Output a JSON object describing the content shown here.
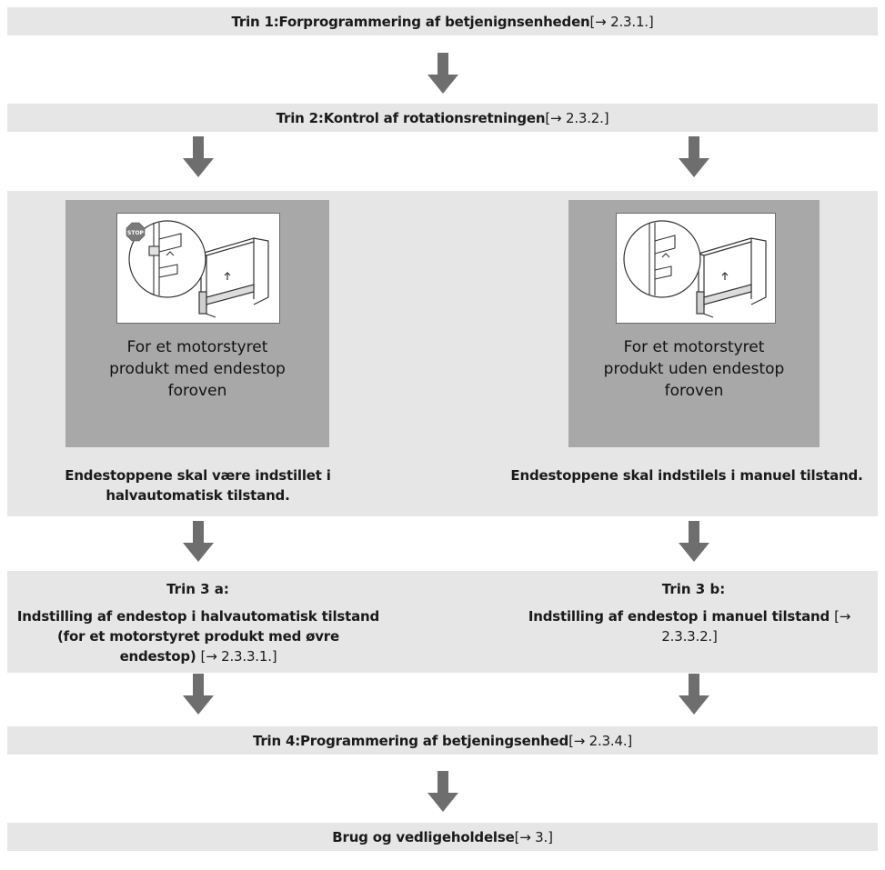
{
  "step1": {
    "label": "Trin 1:",
    "text": "Forprogrammering af betjenignsenheden ",
    "ref": "[→ 2.3.1.]"
  },
  "step2": {
    "label": "Trin 2:",
    "text": "Kontrol af rotationsretningen ",
    "ref": "[→ 2.3.2.]"
  },
  "left_panel": {
    "stop_badge": "STOP",
    "caption_lines": [
      "For et motorstyret",
      "produkt med endestop",
      "foroven"
    ],
    "note_lines": [
      "Endestoppene skal være indstillet i",
      "halvautomatisk tilstand."
    ]
  },
  "right_panel": {
    "caption_lines": [
      "For et motorstyret",
      "produkt uden endestop",
      "foroven"
    ],
    "note_lines": [
      "Endestoppene skal indstilels i manuel tilstand."
    ]
  },
  "step3a": {
    "title": "Trin 3 a:",
    "lines": [
      "Indstilling af endestop i halvautomatisk tilstand",
      "(for et motorstyret produkt med øvre",
      "endestop) "
    ],
    "ref": "[→ 2.3.3.1.]"
  },
  "step3b": {
    "title": "Trin 3 b:",
    "text": "Indstilling af endestop i manuel tilstand ",
    "ref": "[→ 2.3.3.2.]"
  },
  "step4": {
    "label": "Trin 4:",
    "text": "Programmering af betjeningsenhed ",
    "ref": "[→ 2.3.4.]"
  },
  "final": {
    "text": "Brug og vedligeholdelse ",
    "ref": "[→ 3.]"
  },
  "colors": {
    "band": "#e6e6e6",
    "panel": "#a8a8a8",
    "arrow": "#6e6e6e",
    "stop": "#7a7a7a"
  }
}
